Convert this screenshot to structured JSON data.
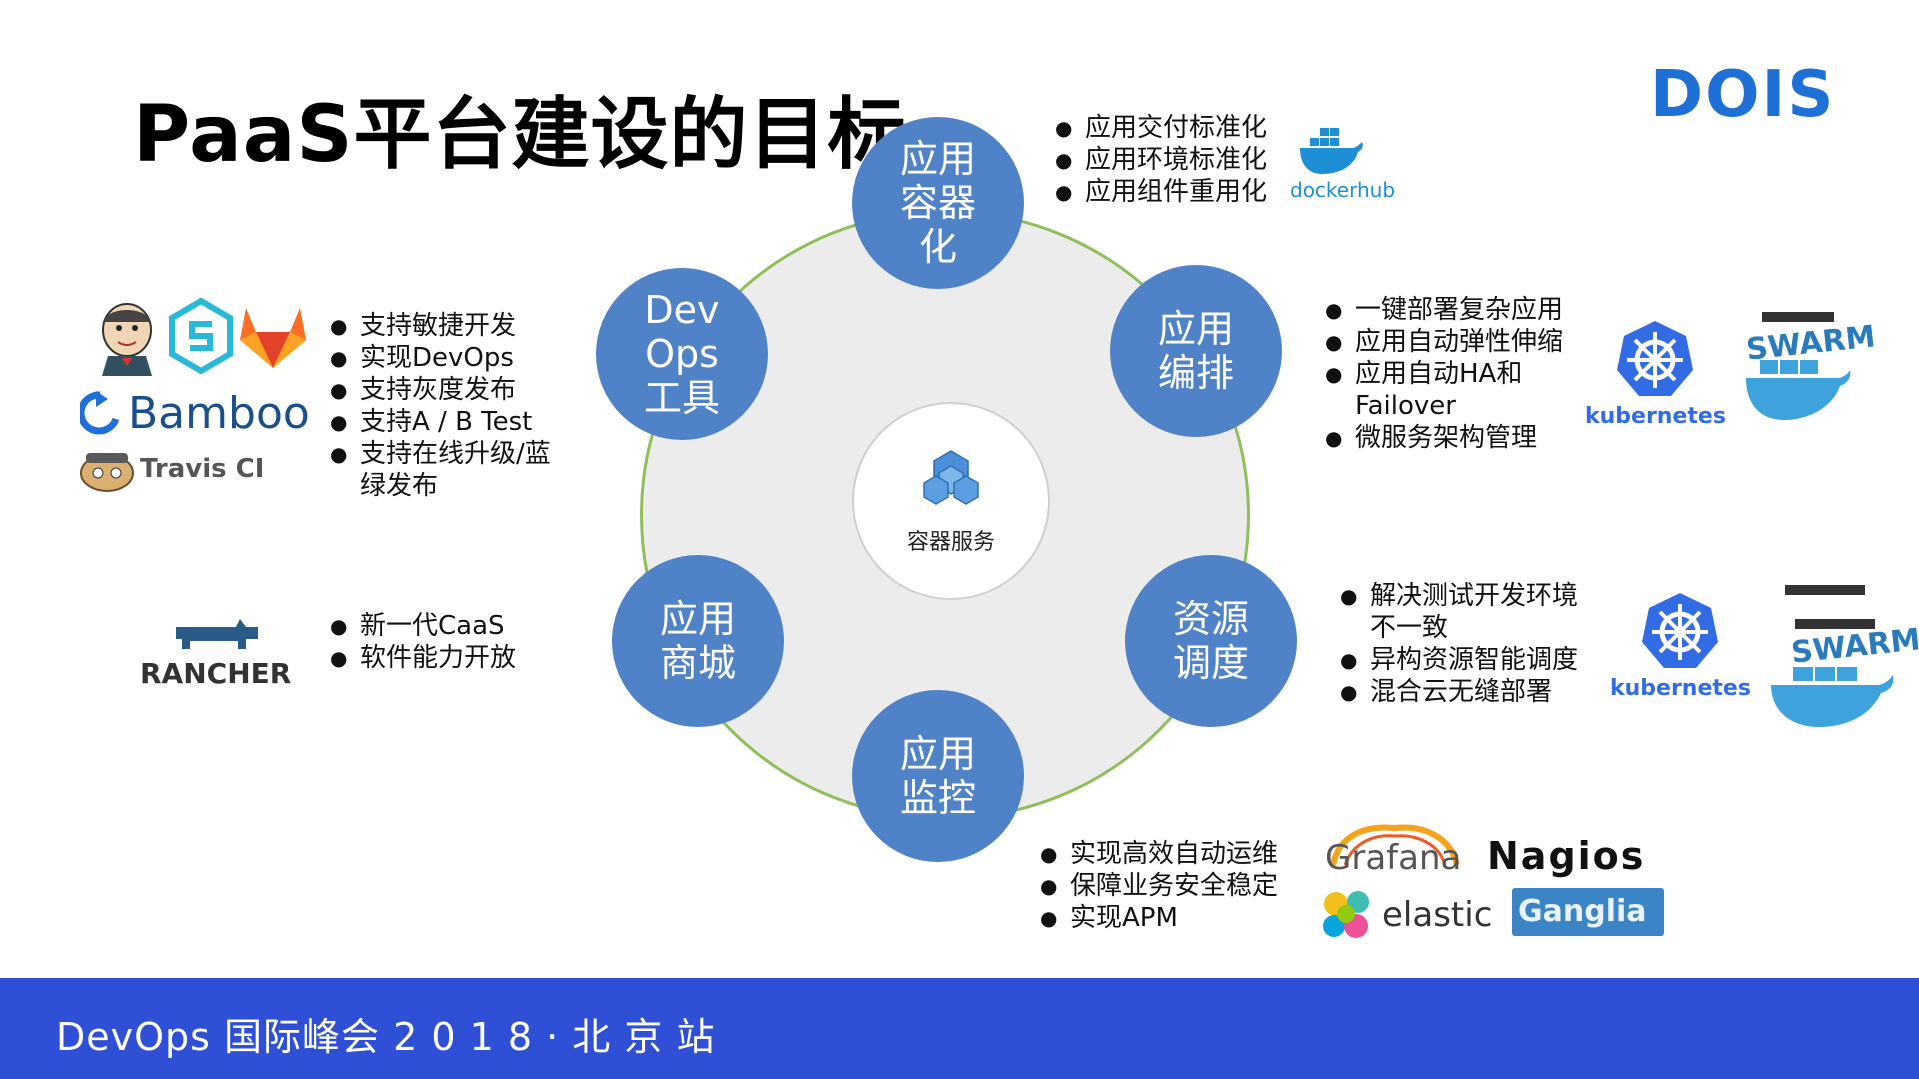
{
  "title": "PaaS平台建设的目标",
  "brand": "DOIS",
  "hub_label": "容器服务",
  "nodes": {
    "container": "应用\n容器\n化",
    "orchestration": "应用\n编排",
    "scheduling": "资源\n调度",
    "monitoring": "应用\n监控",
    "store": "应用\n商城",
    "devops": "Dev\nOps\n工具"
  },
  "container_bullets": [
    "应用交付标准化",
    "应用环境标准化",
    "应用组件重用化"
  ],
  "orchestration_bullets": [
    "一键部署复杂应用",
    "应用自动弹性伸缩",
    "应用自动HA和\nFailover",
    "微服务架构管理"
  ],
  "scheduling_bullets": [
    "解决测试开发环境\n不一致",
    "异构资源智能调度",
    "混合云无缝部署"
  ],
  "monitoring_bullets": [
    "实现高效自动运维",
    "保障业务安全稳定",
    "实现APM"
  ],
  "store_bullets": [
    "新一代CaaS",
    "软件能力开放"
  ],
  "devops_bullets": [
    "支持敏捷开发",
    "实现DevOps",
    "支持灰度发布",
    "支持A / B Test",
    "支持在线升级/蓝\n绿发布"
  ],
  "logos": {
    "dockerhub": "dockerhub",
    "kubernetes_1": "kubernetes",
    "kubernetes_2": "kubernetes",
    "swarm_1": "SWARM",
    "swarm_2": "SWARM",
    "grafana": "Grafana",
    "nagios": "Nagios",
    "elastic": "elastic",
    "ganglia": "Ganglia",
    "bamboo": "Bamboo",
    "travis": "Travis CI",
    "rancher": "RANCHER"
  },
  "footer": "DevOps 国际峰会 2 0 1 8 · 北 京 站",
  "colors": {
    "node": "#4f82c6",
    "footer": "#2e4fd6",
    "ring_border": "#8fbf5a",
    "brand_blue": "#1e6fd6",
    "brand_orange": "#f08a1c"
  }
}
